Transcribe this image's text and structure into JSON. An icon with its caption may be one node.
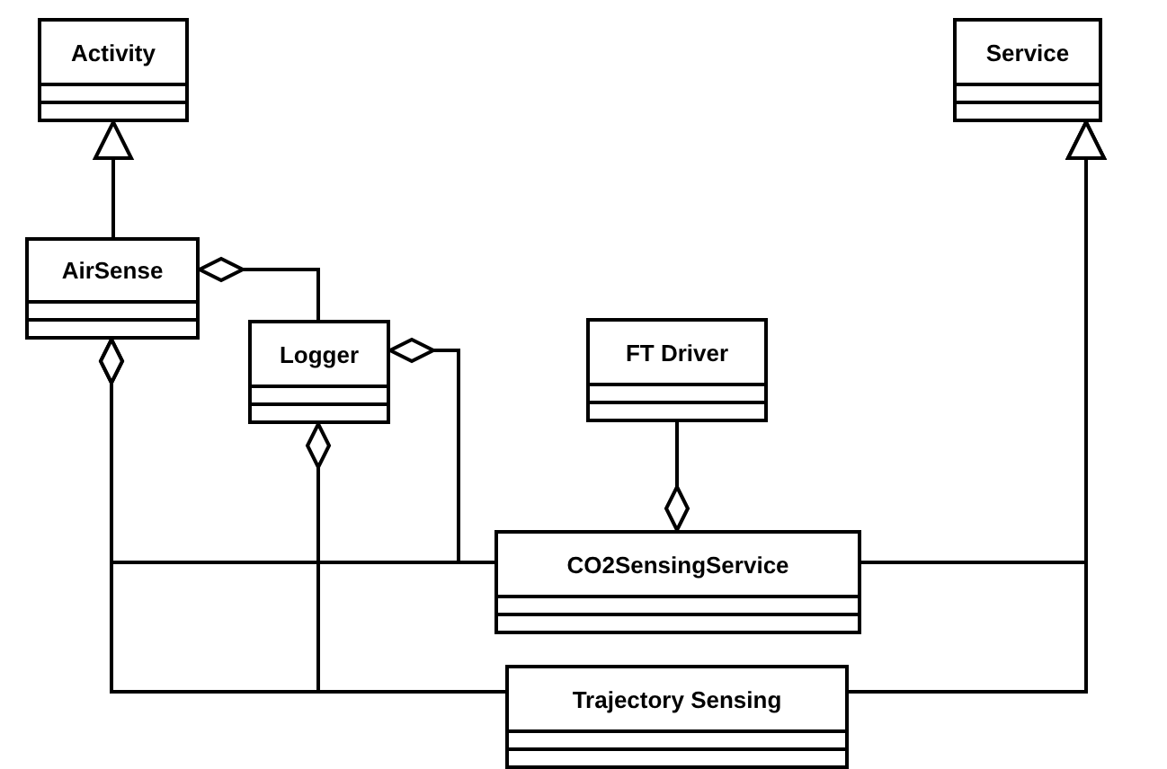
{
  "diagram": {
    "nodes": [
      {
        "text": [
          "Activity"
        ]
      },
      {
        "text": [
          "Service"
        ]
      },
      {
        "text": [
          "AirSense"
        ]
      },
      {
        "text": [
          "Logger"
        ]
      },
      {
        "text": [
          "FT Driver"
        ]
      },
      {
        "text": [
          "CO2SensingService"
        ]
      },
      {
        "text": [
          "Trajectory Sensing"
        ]
      }
    ],
    "edges": [
      {
        "from": 2,
        "to": 0,
        "arrow": "to"
      },
      {
        "from": 5,
        "to": 1,
        "arrow": "to"
      },
      {
        "from": 6,
        "to": 1,
        "arrow": "to"
      },
      {
        "from": 3,
        "to": 2,
        "arrow": "other"
      },
      {
        "from": 5,
        "to": 2,
        "arrow": "other"
      },
      {
        "from": 6,
        "to": 2,
        "arrow": "other"
      },
      {
        "from": 5,
        "to": 3,
        "arrow": "other"
      },
      {
        "from": 6,
        "to": 3,
        "arrow": "other"
      },
      {
        "from": 4,
        "to": 5,
        "arrow": "other"
      }
    ]
  }
}
